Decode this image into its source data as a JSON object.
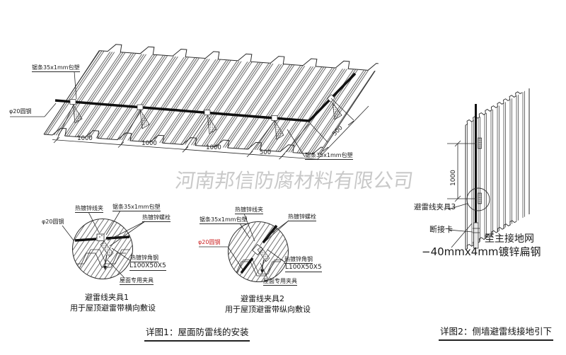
{
  "watermark": "河南邦信防腐材料有限公司",
  "roof_view": {
    "label_strip_top": "锯条35x1mm包塑",
    "label_strip_bottom": "锯条35x1mm包塑",
    "label_rod": "φ20圆钢",
    "dim_1000": "1000",
    "dim_500": "500",
    "dim_500_diag": "500"
  },
  "detail1": {
    "title": "避雷线夹具1",
    "subtitle": "用于屋顶避雷带横向敷设",
    "labels": {
      "wire_clamp": "热镀锌线夹",
      "strip": "锯条35x1mm包塑",
      "bolt": "热镀锌螺栓",
      "rod": "φ20圆钢",
      "angle_steel": "热镀锌角钢",
      "angle_size": "L100X50X5",
      "roof_clamp": "屋面专用夹具"
    }
  },
  "detail2": {
    "title": "避雷线夹具2",
    "subtitle": "用于屋顶避雷带纵向敷设",
    "labels": {
      "wire_clamp": "热镀锌线夹",
      "strip": "锯条35x1mm包塑",
      "bolt": "热镀锌螺栓",
      "rod": "φ20圆钢",
      "angle_steel": "热镀锌角钢",
      "angle_size": "L100X50X5",
      "roof_clamp": "屋面专用夹具"
    }
  },
  "wall_view": {
    "dim_1000": "1000",
    "clamp3": "避雷线夹具3",
    "disconnect": "断接卡",
    "to_ground": "至主接地网",
    "flat_steel": "−40mmx4mm镀锌扁钢"
  },
  "captions": {
    "detail1": "详图1：屋面防雷线的安装",
    "detail2": "详图2：侧墙避雷线接地引下"
  },
  "colors": {
    "red_label": "#cc2222",
    "watermark": "#c9c9c9",
    "line": "#2a2a2a"
  }
}
